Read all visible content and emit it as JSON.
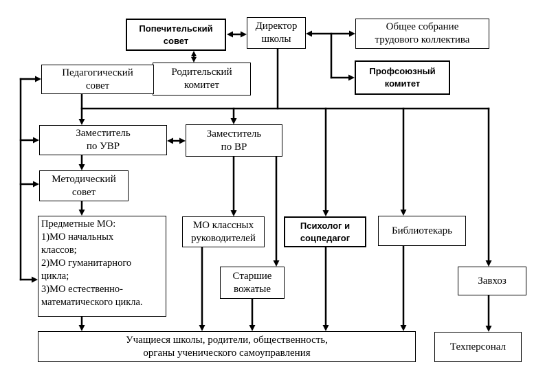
{
  "diagram": {
    "nodes": {
      "director": "Директор\nшколы",
      "trustees": "Попечительский\nсовет",
      "general_meeting": "Общее собрание\nтрудового коллектива",
      "union": "Профсоюзный\nкомитет",
      "parents_committee": "Родительский\nкомитет",
      "ped_council": "Педагогический\nсовет",
      "deputy_uvr": "Заместитель\nпо УВР",
      "deputy_vr": "Заместитель\nпо ВР",
      "method_council": "Методический\nсовет",
      "subject_mo": "Предметные МО:\n1)МО начальных\nклассов;\n2)МО гуманитарного\nцикла;\n3)МО естественно-\nматематического цикла.",
      "class_mo": "МО классных\nруководителей",
      "psychologist": "Психолог и\nсоцпедагог",
      "librarian": "Библиотекарь",
      "senior_leaders": "Старшие\nвожатые",
      "supply": "Завхоз",
      "students": "Учащиеся школы, родители, общественность,\nорганы ученического самоуправления",
      "tech_staff": "Техперсонал"
    },
    "line_color": "#000000"
  }
}
